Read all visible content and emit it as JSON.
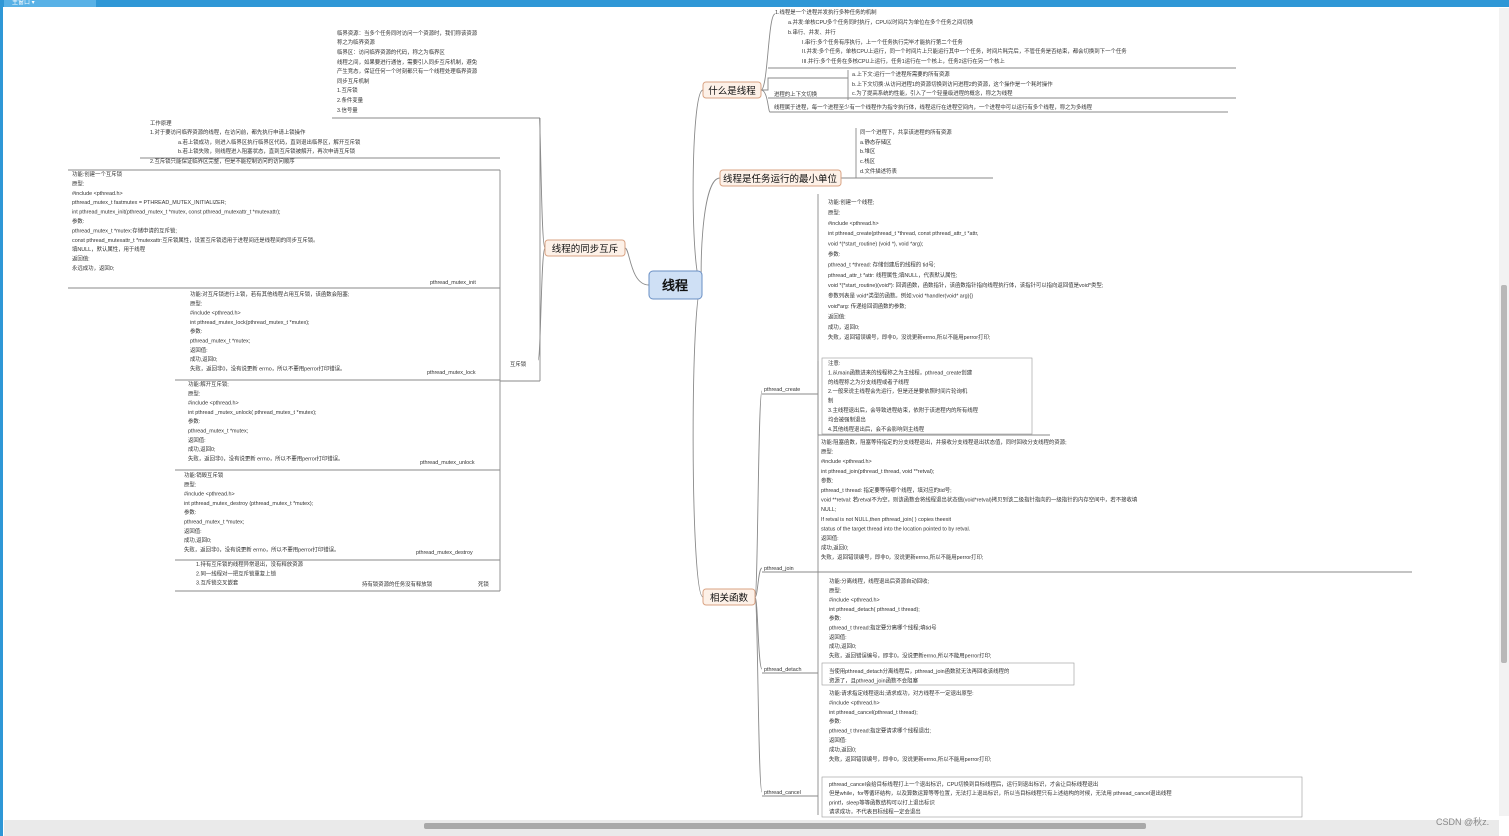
{
  "app": {
    "tab_label": "主窗口 ▾",
    "watermark": "CSDN @秋z."
  },
  "colors": {
    "accent": "#2f97d6",
    "node_fill": "#fdf1e8",
    "node_border": "#d9a383",
    "center_fill": "#cfe0f5",
    "center_border": "#6a8fc4",
    "line": "#8a8a8a"
  },
  "center": "线程",
  "branches": {
    "what": "什么是线程",
    "min_unit": "线程是任务运行的最小单位",
    "sync": "线程的同步互斥",
    "funcs": "相关函数"
  },
  "what_texts": {
    "l1": "1.线程是一个进程并发执行多种任务的机制",
    "l2": "a.并发:单核CPU多个任务同时执行，CPU以时间片为单位在多个任务之间切换",
    "l3": "b.串行、并发、并行",
    "l4": "I.串行:多个任务有序执行，上一个任务执行完毕才能执行第二个任务",
    "l5": "II.并发:多个任务，单核CPU上运行，同一个时间片上只能运行其中一个任务，时间片耗完后，不管任务是否结束，都会切换到下一个任务",
    "l6": "III.并行:多个任务在多核CPU上运行，任务1运行在一个核上，任务2运行在另一个核上",
    "ctx1": "a.上下文:运行一个进程所需要的所有资源",
    "ctx2": "b.上下文切换:从访问进程1的资源切换到访问进程2的资源，这个操作是一个耗时操作",
    "ctx3": "c.为了提高系统的性能，引入了一个轻量级进程的概念，称之为线程",
    "ctx_title": "进程的上下文切换",
    "last": "线程属于进程，每一个进程至少有一个线程作为指令执行体，线程运行在进程空间内，一个进程中可以运行有多个线程，称之为多线程"
  },
  "share_texts": {
    "s0": "同一个进程下，共享该进程的所有资源",
    "s1": "a.静态存储区",
    "s2": "b.堆区",
    "s3": "c.栈区",
    "s4": "d.文件描述符表"
  },
  "sync_top": {
    "p1": "临界资源：当多个任务同时访问一个资源时，我们称该资源",
    "p2": "称之为临界资源",
    "p3": "临界区：访问临界资源的代码，称之为临界区",
    "p4": "线程之间，如果要进行通信，需要引入同步互斥机制，避免",
    "p5": "产生竞态，保证任何一个时刻都只有一个线程处理临界资源",
    "p6": "同步互斥机制",
    "p7": "1.互斥锁",
    "p8": "2.条件变量",
    "p9": "3.信号量"
  },
  "work_principle": {
    "t0": "工作原理",
    "t1": "1.对于要访问临界资源的线程，在访问前，都先执行申请上锁操作",
    "t2": "a.若上锁成功，则进入临界区执行临界区代码，直到退出临界区，解开互斥锁",
    "t3": "b.若上锁失败，则线程进入阻塞状态，直到互斥锁被解开，再次申请互斥锁",
    "t4": "2.互斥锁只能保证临界区完整，但是不能控制访问的访问顺序"
  },
  "mutex_init": {
    "lines": [
      "功能:创建一个互斥锁",
      "原型:",
      "#include <pthread.h>",
      "pthread_mutex_t fastmutex = PTHREAD_MUTEX_INITIALIZER;",
      "int pthread_mutex_init(pthread_mutex_t *mutex, const pthread_mutexattr_t *mutexattr);",
      "参数:",
      "pthread_mutex_t *mutex:存储申请的互斥锁;",
      "const pthread_mutexattr_t *mutexattr:互斥锁属性，设置互斥锁适用于进程间还是线程间的同步互斥锁。",
      "填NULL，默认属性，用于线程",
      "返回值:",
      "永远成功，返回0;"
    ],
    "label": "pthread_mutex_init"
  },
  "mutex_lock": {
    "lines": [
      "功能:对互斥锁进行上锁，若有其他线程占用互斥锁，该函数会阻塞;",
      "原型:",
      "#include <pthread.h>",
      "int pthread_mutex_lock(pthread_mutex_t *mutex);",
      "参数:",
      "pthread_mutex_t *mutex;",
      "返回值:",
      "成功,返回0;",
      "失败，返回非0，没有说更新 errno，所以不要用perror打印错误。"
    ],
    "label": "pthread_mutex_lock"
  },
  "mutex_unlock": {
    "lines": [
      "功能:解开互斥锁;",
      "原型:",
      "#include <pthread.h>",
      "int pthread _mutex_unlock( pthread_mutex_t *mutex);",
      "参数:",
      "pthread_mutex_t *mutex;",
      "返回值:",
      "成功,返回0;",
      "失败，返回非0，没有说更新 errno，所以不要用perror打印错误。"
    ],
    "label": "pthread_mutex_unlock"
  },
  "mutex_destroy": {
    "lines": [
      "功能:销毁互斥锁",
      "原型:",
      "#include <pthread.h>",
      "int pthread_mutex_destroy (pthread_mutex_t *mutex);",
      "参数:",
      "pthread_mutex_t *mutex;",
      "返回值:",
      "成功,返回0;",
      "失败，返回非0，没有说更新 errno，所以不要用perror打印错误。"
    ],
    "label": "pthread_mutex_destroy"
  },
  "deadlock": {
    "lines": [
      "1.持有互斥锁的线程异常退出，没有释放资源",
      "2.同一线程对一把互斥锁重复上锁",
      "3.互斥锁交叉嵌套"
    ],
    "mid": "持有锁资源的任务没有释放锁",
    "label": "死锁"
  },
  "mutex_label": "互斥锁",
  "create": {
    "lines": [
      "功能:创建一个线程;",
      "原型:",
      "#include <pthread.h>",
      "int pthread_create(pthread_t *thread, const pthread_attr_t *attr,",
      "void *(*start_routine) (void *), void *arg);",
      "参数:",
      "pthread_t *thread:                存储创建后的线程的 tid号;",
      "pthread_attr_t *attr:              线程属性;填NULL，代表默认属性;",
      "void *(*start_routine)(void*):      回调函数，函数指针，该函数指针指向线程执行体，该指针可以指向返回值是void*类型;",
      "参数列表是 void*类型的函数。例如:void *handler(void* arg){}",
      "void*arg:                                           传递给回调函数的参数;",
      "返回值:",
      "成功，返回0;",
      "失败，返回错误编号，即非0，没说更新errno,所以不能用perror打印;"
    ],
    "note": [
      "注意:",
      "1.从main函数进来的线程称之为主线程，pthread_create创建",
      "的线程称之为分支线程或者子线程",
      "2.一般来说主线程会先运行，但是还是要依照时间片轮询机",
      "制",
      "3.主线程退出后，会导致进程结束，依附于该进程内的所有线程",
      "均会被强制退出",
      "4.其他线程退出后，会不会影响到主线程"
    ],
    "label": "pthread_create"
  },
  "join": {
    "lines": [
      "功能:阻塞函数，阻塞等待指定的分支线程退出，并接收分支线程退出状态值，同时回收分支线程的资源;",
      "原型:",
      "#include <pthread.h>",
      "int pthread_join(pthread_t thread,  void **retval);",
      "参数:",
      "pthread_t thread:                                          指定要等待哪个线程，填对应的tid号;",
      "void **retval:                                   若retval不为空，则该函数会将线程退出状态值(void*retval)拷贝到该二级指针指向的一级指针的内存空间中，若不接收填",
      "NULL;",
      "If retval is not NULL,then pthread_join( ) copies theexit",
      "status of the target thread into the location pointed to by retval.",
      "返回值:",
      "成功,返回0;",
      "失败，返回错误编号，即非0，没说更新errno,所以不能用perror打印;"
    ],
    "label": "pthread_join"
  },
  "detach": {
    "lines": [
      "功能:分离线程，线程退出后资源自动回收;",
      "原型:",
      "#include <pthread.h>",
      "int pthread_detach( pthread_t thread);",
      "参数:",
      "pthread_t thread:指定要分离哪个线程;填tid号",
      "返回值:",
      "成功,返回0;",
      "失败，返回错误编号，即非0，没说更新errno,所以不能用perror打印;"
    ],
    "note": [
      "当使用pthread_detach分离线程后，pthread_join函数就无法再回收该线程的",
      "资源了，且pthread_join函数不会阻塞"
    ],
    "label": "pthread_detach"
  },
  "cancel": {
    "lines": [
      "功能:请求指定线程退出;请求成功，对方线程不一定退出原型:",
      "#include <pthread.h>",
      "int pthread_cancel(pthread_t thread);",
      "参数:",
      "pthread_t thread:指定要请求哪个线程退出;",
      "返回值:",
      "成功,返回0;",
      "失败，返回错误编号，即非0，没说更新errno,所以不能用perror打印;"
    ],
    "note": [
      "pthread_cancel会给目标线程打上一个退出标识，CPU切换到目标线程后，运行到退出标识，才会让目标线程退出",
      "但是while，for等循环结构，以及算数运算等等位置，无法打上退出标识，所以当目标线程只有上述结构的时候，无法用 pthread_cancel退出线程",
      "printf，sleep等等函数结构可以打上退出标识",
      "请求成功，不代表目标线程一定会退出"
    ],
    "label": "pthread_cancel"
  }
}
